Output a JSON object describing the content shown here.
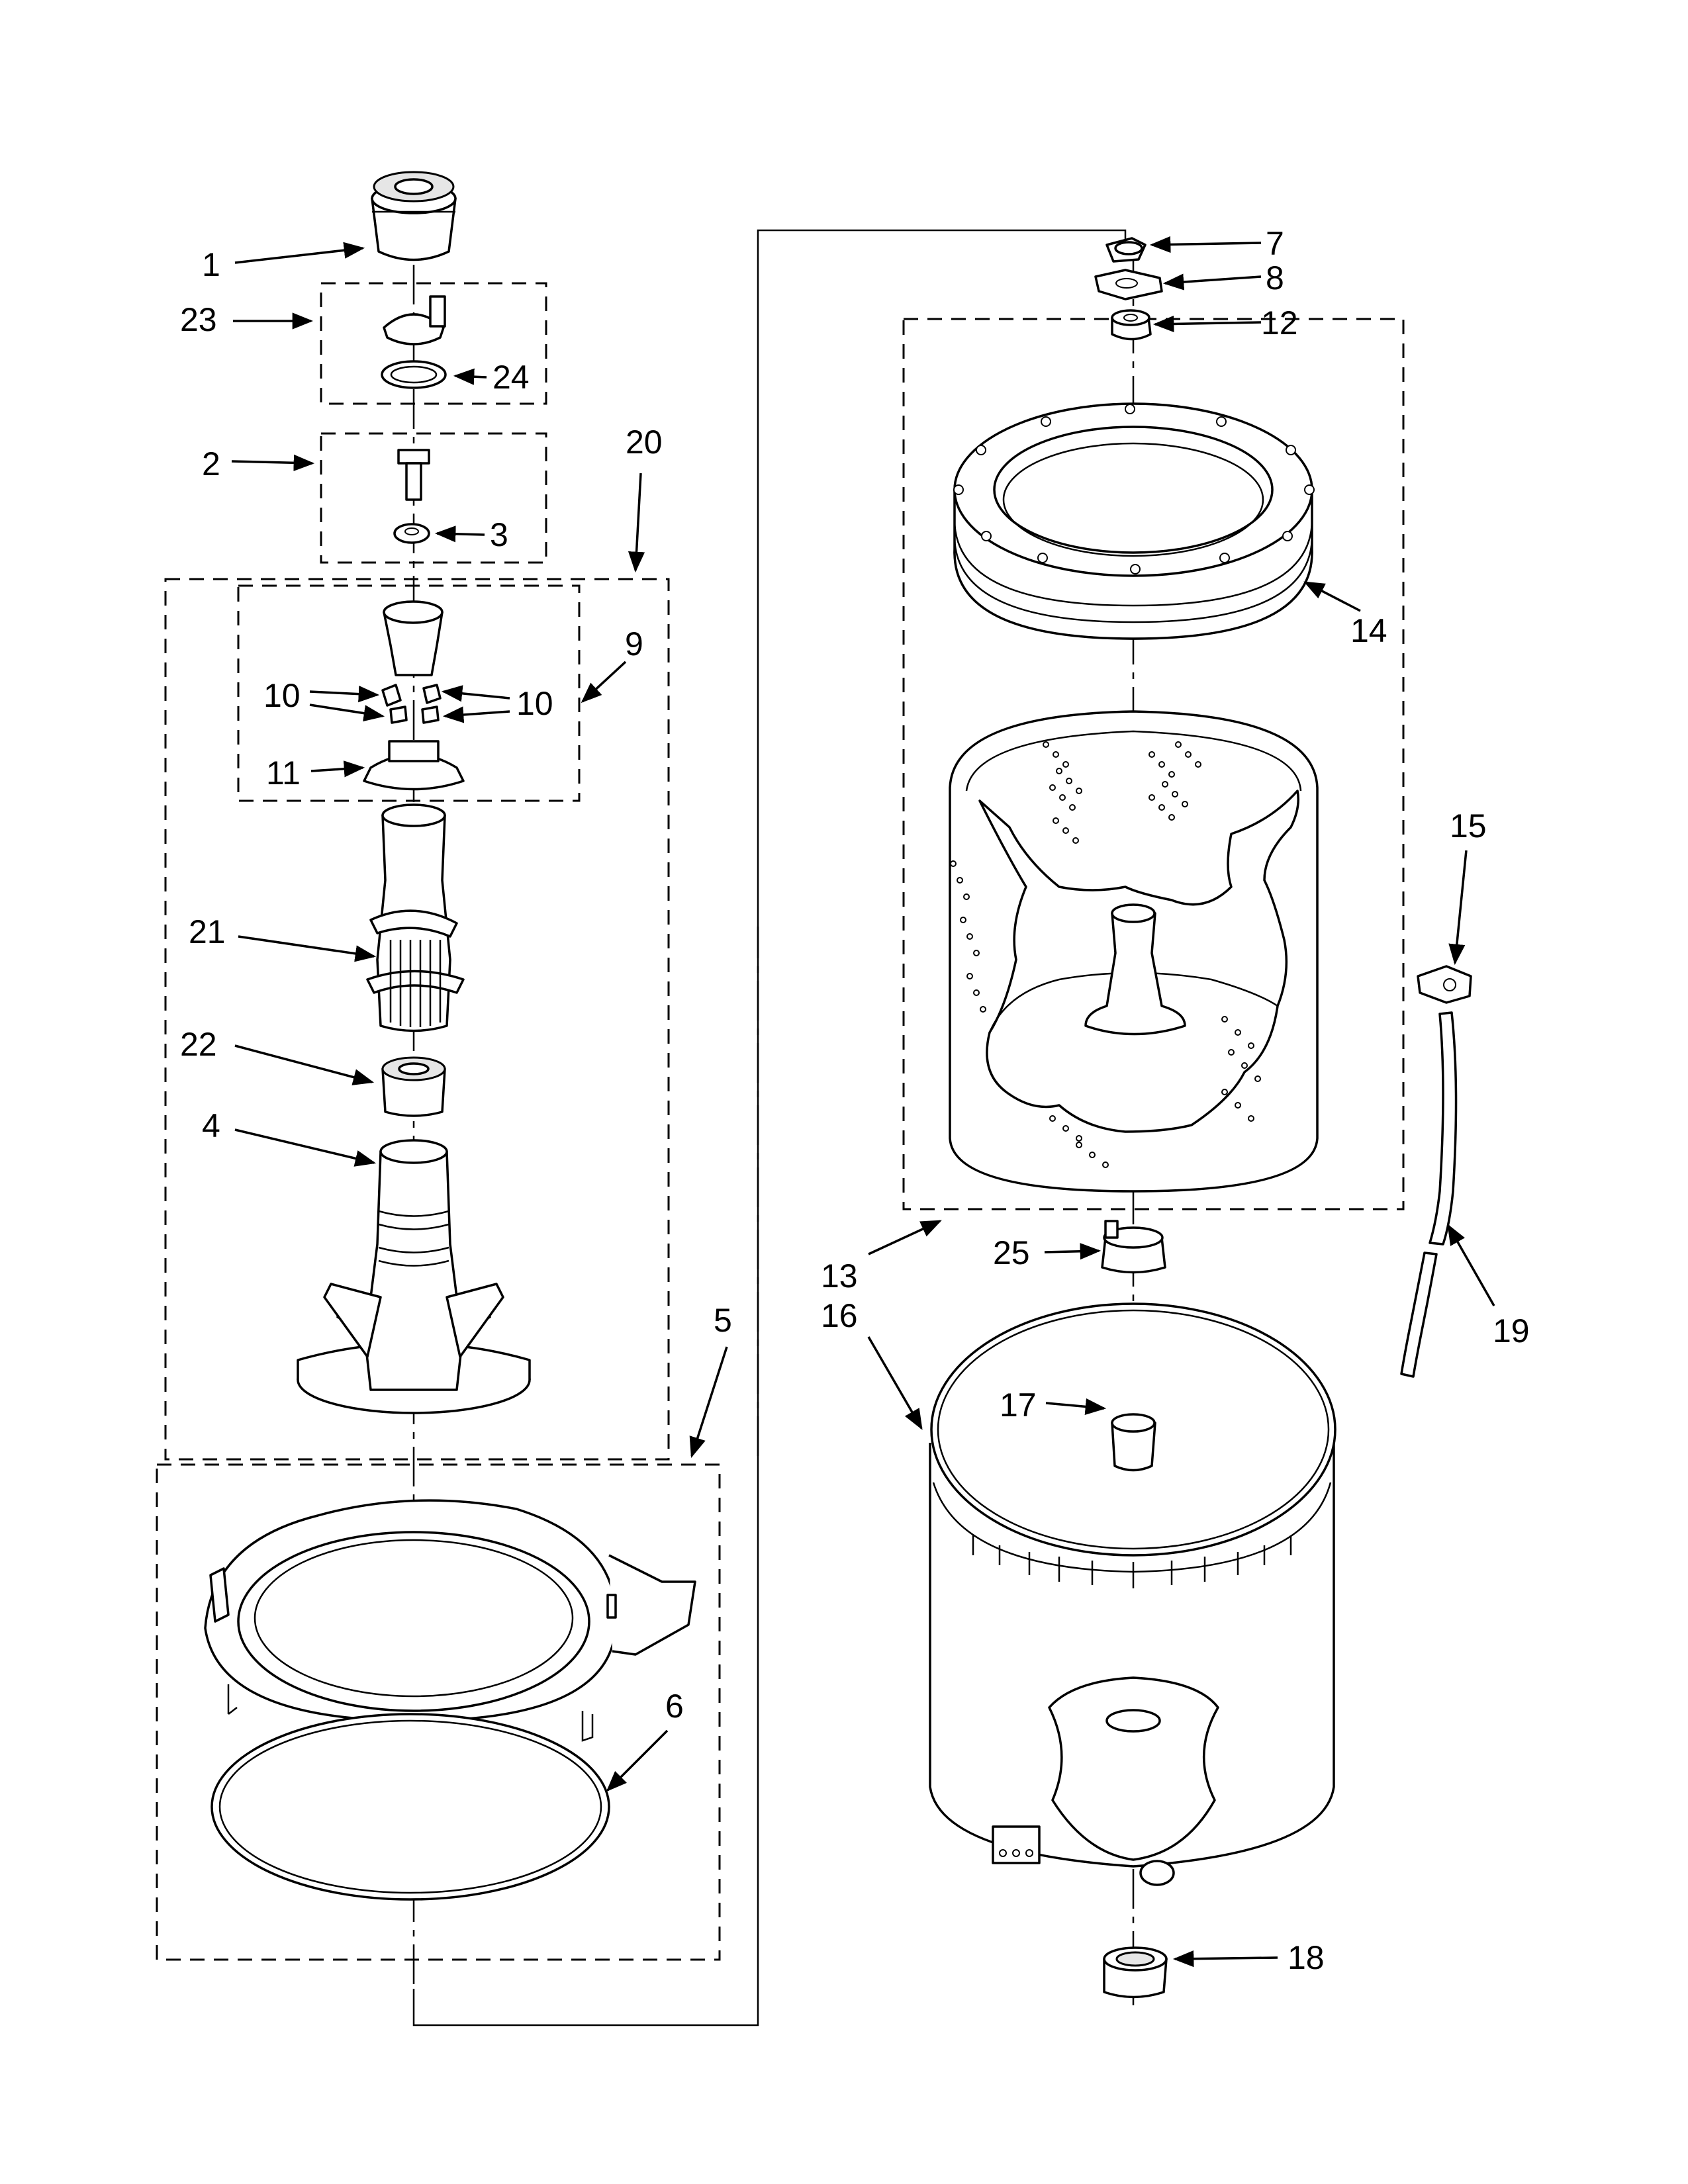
{
  "callouts": {
    "c1": "1",
    "c2": "2",
    "c3": "3",
    "c4": "4",
    "c5": "5",
    "c6": "6",
    "c7": "7",
    "c8": "8",
    "c9": "9",
    "c10a": "10",
    "c10b": "10",
    "c11": "11",
    "c12": "12",
    "c13": "13",
    "c14": "14",
    "c15": "15",
    "c16": "16",
    "c17": "17",
    "c18": "18",
    "c19": "19",
    "c20": "20",
    "c21": "21",
    "c22": "22",
    "c23": "23",
    "c24": "24",
    "c25": "25"
  },
  "colors": {
    "line": "#000000",
    "background": "#ffffff"
  }
}
